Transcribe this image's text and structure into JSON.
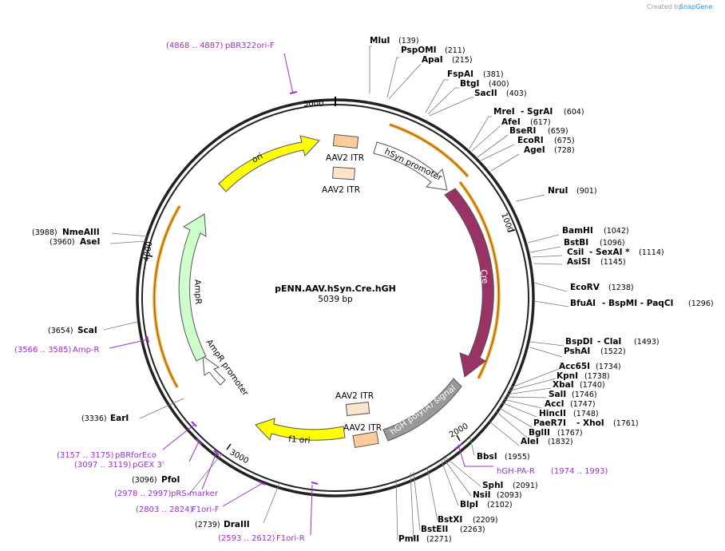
{
  "credit": {
    "prefix": "Created by",
    "brand": "SnapGene"
  },
  "plasmid": {
    "name": "pENN.AAV.hSyn.Cre.hGH",
    "size_label": "5039 bp",
    "length": 5039
  },
  "ticks": [
    "5000",
    "1000",
    "2000",
    "3000",
    "4000"
  ],
  "features": {
    "itr1": "AAV2 ITR",
    "itr2": "AAV2 ITR",
    "itr3": "AAV2 ITR",
    "itr4": "AAV2 ITR",
    "ori": "ori",
    "hsyn": "hSyn promoter",
    "cre": "Cre",
    "hgh": "hGH poly(A) signal",
    "f1ori": "f1 ori",
    "ampr": "AmpR",
    "ampr_promoter": "AmpR promoter"
  },
  "sites": [
    {
      "name": "MluI",
      "pos": "(139)"
    },
    {
      "name": "PspOMI",
      "pos": "(211)"
    },
    {
      "name": "ApaI",
      "pos": "(215)"
    },
    {
      "name": "FspAI",
      "pos": "(381)"
    },
    {
      "name": "BtgI",
      "pos": "(400)"
    },
    {
      "name": "SacII",
      "pos": "(403)"
    },
    {
      "name": "MreI",
      "name2": "- SgrAI",
      "pos": "(604)"
    },
    {
      "name": "AfeI",
      "pos": "(617)"
    },
    {
      "name": "BseRI",
      "pos": "(659)"
    },
    {
      "name": "EcoRI",
      "pos": "(675)"
    },
    {
      "name": "AgeI",
      "pos": "(728)"
    },
    {
      "name": "NruI",
      "pos": "(901)"
    },
    {
      "name": "BamHI",
      "pos": "(1042)"
    },
    {
      "name": "BstBI",
      "pos": "(1096)"
    },
    {
      "name": "CsiI",
      "name2": "- SexAI *",
      "pos": "(1114)"
    },
    {
      "name": "AsiSI",
      "pos": "(1145)"
    },
    {
      "name": "EcoRV",
      "pos": "(1238)"
    },
    {
      "name": "BfuAI",
      "name2": "- BspMI - PaqCI",
      "pos": "(1296)"
    },
    {
      "name": "BspDI",
      "name2": "- ClaI",
      "pos": "(1493)"
    },
    {
      "name": "PshAI",
      "pos": "(1522)"
    },
    {
      "name": "Acc65I",
      "pos": "(1734)"
    },
    {
      "name": "KpnI",
      "pos": "(1738)"
    },
    {
      "name": "XbaI",
      "pos": "(1740)"
    },
    {
      "name": "SalI",
      "pos": "(1746)"
    },
    {
      "name": "AccI",
      "pos": "(1747)"
    },
    {
      "name": "HincII",
      "pos": "(1748)"
    },
    {
      "name": "PaeR7I",
      "name2": "- XhoI",
      "pos": "(1761)"
    },
    {
      "name": "BglII",
      "pos": "(1767)"
    },
    {
      "name": "AleI",
      "pos": "(1832)"
    },
    {
      "name": "BbsI",
      "pos": "(1955)"
    },
    {
      "name": "SphI",
      "pos": "(2091)"
    },
    {
      "name": "NsiI",
      "pos": "(2093)"
    },
    {
      "name": "BlpI",
      "pos": "(2102)"
    },
    {
      "name": "BstXI",
      "pos": "(2209)"
    },
    {
      "name": "BstEII",
      "pos": "(2263)"
    },
    {
      "name": "PmlI",
      "pos": "(2271)"
    },
    {
      "name": "DraIII",
      "pos": "(2739)"
    },
    {
      "name": "PfoI",
      "pos": "(3096)"
    },
    {
      "name": "EarI",
      "pos": "(3336)"
    },
    {
      "name": "ScaI",
      "pos": "(3654)"
    },
    {
      "name": "AseI",
      "pos": "(3960)"
    },
    {
      "name": "NmeAIII",
      "pos": "(3988)"
    }
  ],
  "primers": [
    {
      "range": "(4868 .. 4887)",
      "name": "pBR322ori-F"
    },
    {
      "range": "(1974 .. 1993)",
      "name": "hGH-PA-R"
    },
    {
      "range": "(2803 .. 2824)",
      "name": "F1ori-F"
    },
    {
      "range": "(2593 .. 2612)",
      "name": "F1ori-R"
    },
    {
      "range": "(2978 .. 2997)",
      "name": "pRS-marker"
    },
    {
      "range": "(3097 .. 3119)",
      "name": "pGEX 3'"
    },
    {
      "range": "(3157 .. 3175)",
      "name": "pBRforEco"
    },
    {
      "range": "(3566 .. 3585)",
      "name": "Amp-R"
    }
  ],
  "colors": {
    "ori": "#ffff00",
    "itr": "#ffcc99",
    "itr_light": "#ffe4cc",
    "cre": "#993366",
    "hgh": "#999999",
    "ampr": "#ccffcc",
    "hsyn": "#ffffff",
    "primer": "#9b30c8",
    "orange": "#f0a830"
  }
}
